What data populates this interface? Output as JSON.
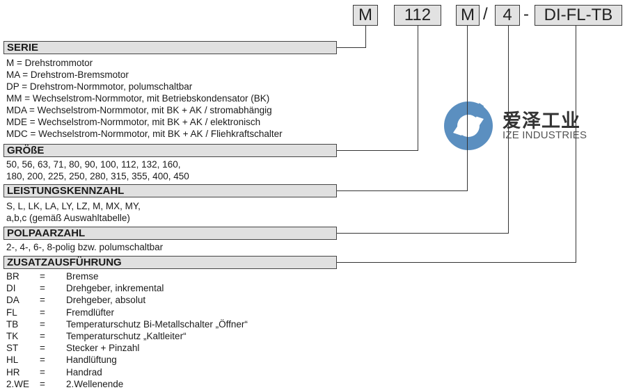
{
  "code": {
    "parts": [
      {
        "id": "serie",
        "label": "M"
      },
      {
        "id": "groesse",
        "label": "112"
      },
      {
        "id": "leistung",
        "label": "M"
      },
      {
        "id": "polpaar",
        "label": "4"
      },
      {
        "id": "zusatz",
        "label": "DI-FL-TB"
      }
    ],
    "separators": {
      "slash": "/",
      "dash": "-"
    }
  },
  "sections": {
    "serie": {
      "title": "SERIE",
      "lines": [
        "M = Drehstrommotor",
        "MA = Drehstrom-Bremsmotor",
        "DP = Drehstrom-Normmotor, polumschaltbar",
        "MM = Wechselstrom-Normmotor, mit Betriebskondensator (BK)",
        "MDA = Wechselstrom-Normmotor, mit BK + AK / stromabhängig",
        "MDE = Wechselstrom-Normmotor, mit BK + AK / elektronisch",
        "MDC = Wechselstrom-Normmotor, mit BK + AK / Fliehkraftschalter"
      ]
    },
    "groesse": {
      "title": "GRÖßE",
      "lines": [
        "50, 56, 63, 71, 80, 90, 100, 112, 132, 160,",
        "180, 200, 225, 250, 280, 315, 355, 400, 450"
      ]
    },
    "leistung": {
      "title": "LEISTUNGSKENNZAHL",
      "lines": [
        "S, L, LK, LA, LY, LZ, M, MX, MY,",
        "a,b,c (gemäß Auswahltabelle)"
      ]
    },
    "polpaar": {
      "title": "POLPAARZAHL",
      "lines": [
        "2-, 4-, 6-, 8-polig bzw. polumschaltbar"
      ]
    },
    "zusatz": {
      "title": "ZUSATZAUSFÜHRUNG",
      "options": [
        {
          "code": "BR",
          "eq": "=",
          "desc": "Bremse"
        },
        {
          "code": "DI",
          "eq": "=",
          "desc": "Drehgeber, inkremental"
        },
        {
          "code": "DA",
          "eq": "=",
          "desc": "Drehgeber, absolut"
        },
        {
          "code": "FL",
          "eq": "=",
          "desc": "Fremdlüfter"
        },
        {
          "code": "TB",
          "eq": "=",
          "desc": "Temperaturschutz Bi-Metallschalter „Öffner“"
        },
        {
          "code": "TK",
          "eq": "=",
          "desc": "Temperaturschutz „Kaltleiter“"
        },
        {
          "code": "ST",
          "eq": "=",
          "desc": "Stecker + Pinzahl"
        },
        {
          "code": "HL",
          "eq": "=",
          "desc": "Handlüftung"
        },
        {
          "code": "HR",
          "eq": "=",
          "desc": "Handrad"
        },
        {
          "code": "2.WE",
          "eq": "=",
          "desc": "2.Wellenende"
        }
      ]
    }
  },
  "watermark": {
    "icon": "ize-logo-icon",
    "name_cn": "爱泽工业",
    "name_en": "IZE INDUSTRIES",
    "color": "#5b8fc0"
  }
}
